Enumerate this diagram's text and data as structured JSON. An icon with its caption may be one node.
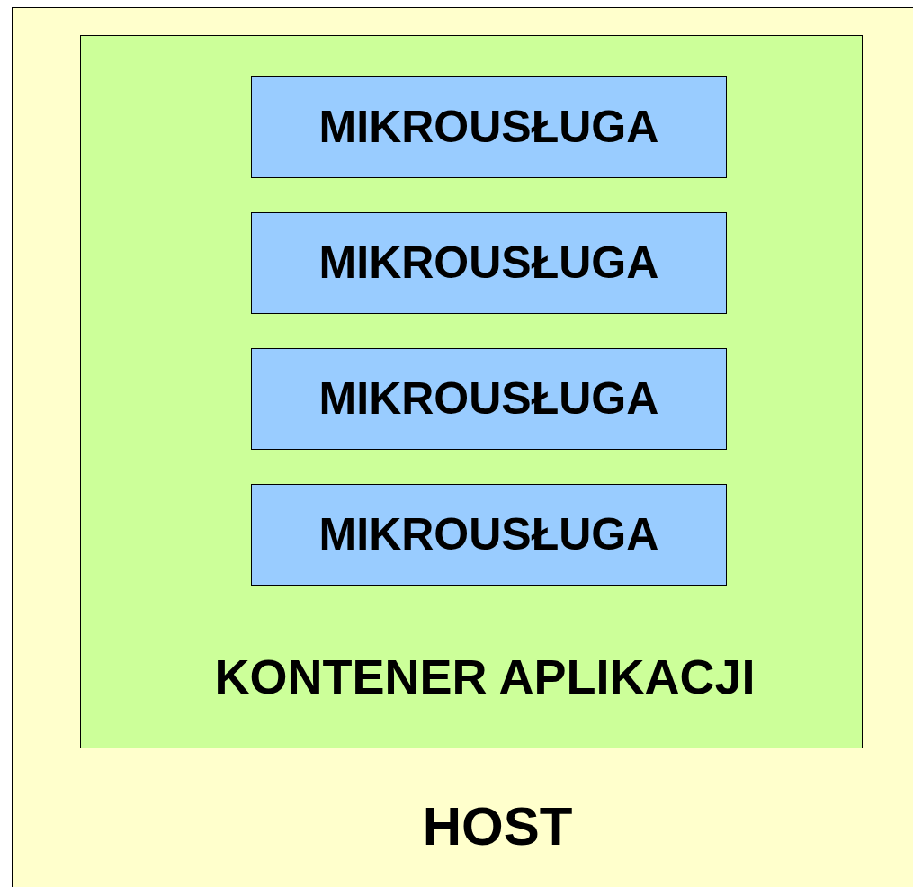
{
  "diagram": {
    "nodes": [
      {
        "text": [
          "HOST"
        ]
      },
      {
        "text": [
          "KONTENER APLIKACJI"
        ],
        "in": 0
      },
      {
        "text": [
          "MIKROUSŁUGA"
        ],
        "in": 1
      },
      {
        "text": [
          "MIKROUSŁUGA"
        ],
        "in": 1
      },
      {
        "text": [
          "MIKROUSŁUGA"
        ],
        "in": 1
      },
      {
        "text": [
          "MIKROUSŁUGA"
        ],
        "in": 1
      }
    ]
  }
}
